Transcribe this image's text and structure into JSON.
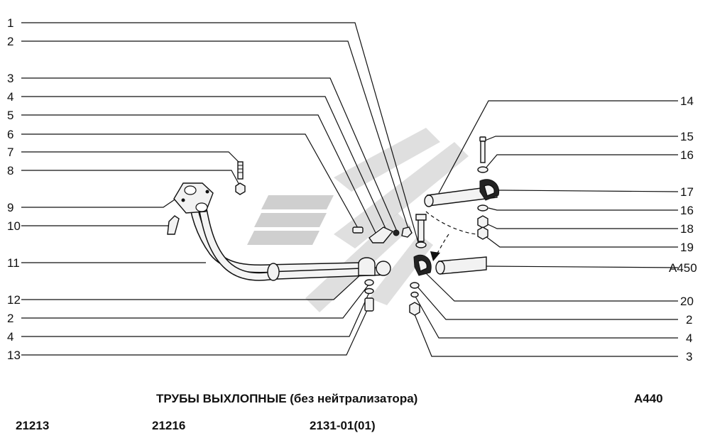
{
  "title": "ТРУБЫ ВЫХЛОПНЫЕ (без нейтрализатора)",
  "page_code": "А440",
  "models": [
    "21213",
    "21216",
    "2131-01(01)"
  ],
  "ref_a450": "А450",
  "left_labels": [
    "1",
    "2",
    "3",
    "4",
    "5",
    "6",
    "7",
    "8",
    "9",
    "10",
    "11",
    "12",
    "2",
    "4",
    "13"
  ],
  "right_labels": [
    "14",
    "15",
    "16",
    "17",
    "16",
    "18",
    "19",
    "20",
    "2",
    "4",
    "3"
  ]
}
